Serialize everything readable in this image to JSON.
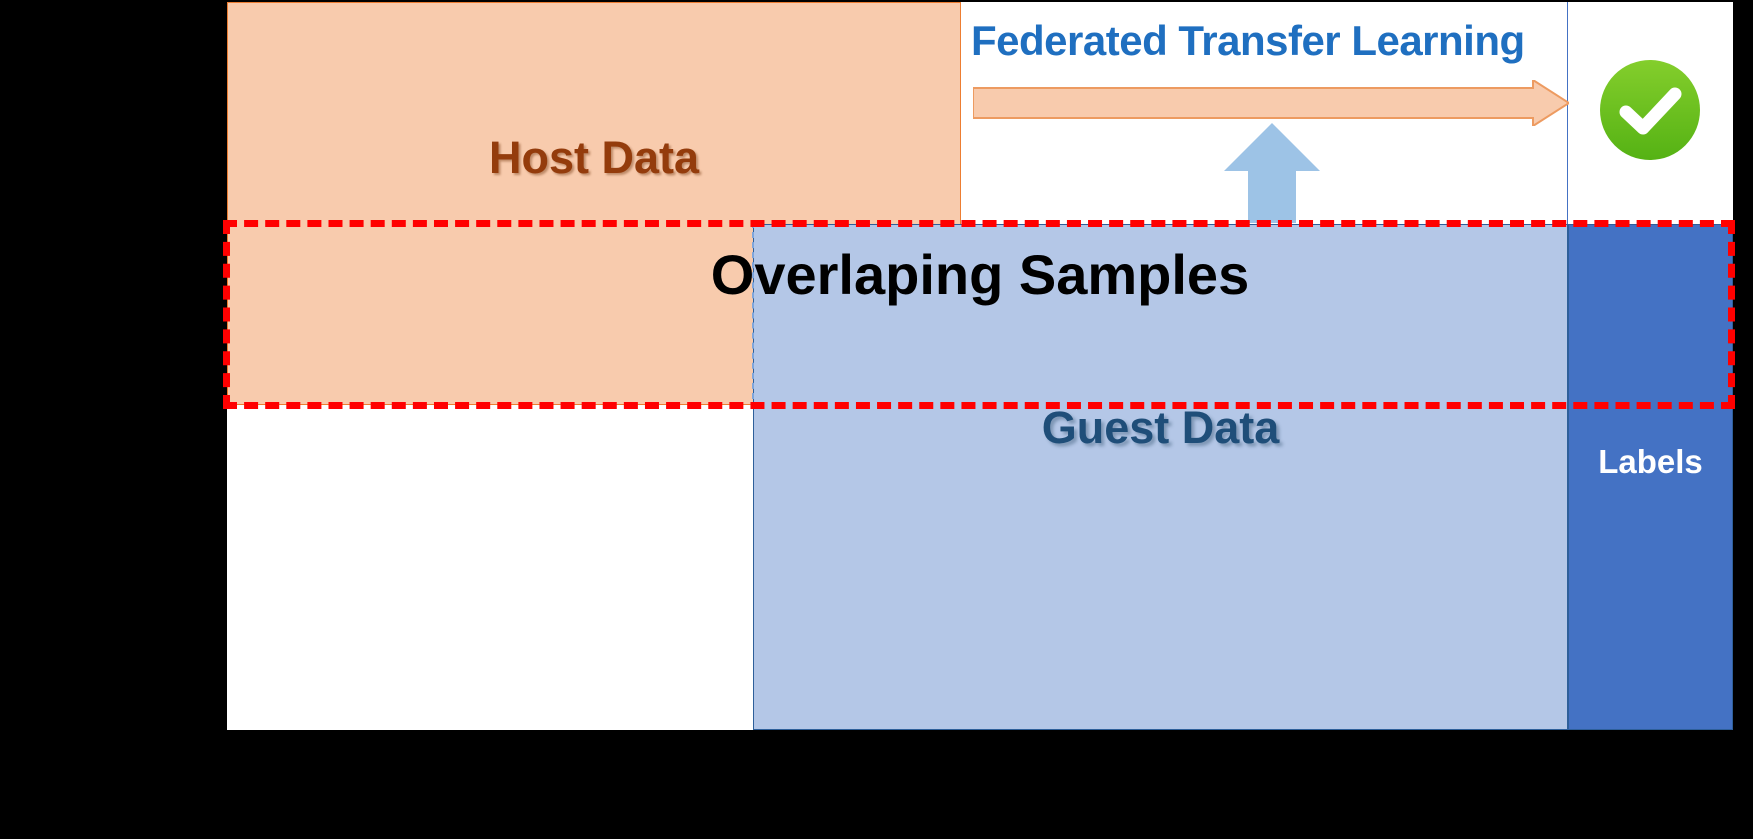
{
  "diagram": {
    "title": "Federated Transfer Learning data partition diagram",
    "blocks": {
      "host_data": {
        "label": "Host Data",
        "color": "#F8CBAD",
        "text_color": "#943C0C"
      },
      "guest_data": {
        "label": "Guest Data",
        "color": "#B4C7E7",
        "text_color": "#1F4E79"
      },
      "labels": {
        "label": "Labels",
        "color": "#4472C4",
        "text_color": "#FFFFFF"
      },
      "overlap": {
        "label": "Overlaping Samples",
        "text_color": "#000000",
        "outline_color": "#FF0000"
      }
    },
    "annotation": {
      "title": "Federated Transfer Learning",
      "title_color": "#1F6FC0",
      "arrow_color": "#F8CBAD",
      "up_arrow_color": "#9DC3E6"
    },
    "status": {
      "icon": "check-circle-icon",
      "color": "#67C519"
    }
  }
}
